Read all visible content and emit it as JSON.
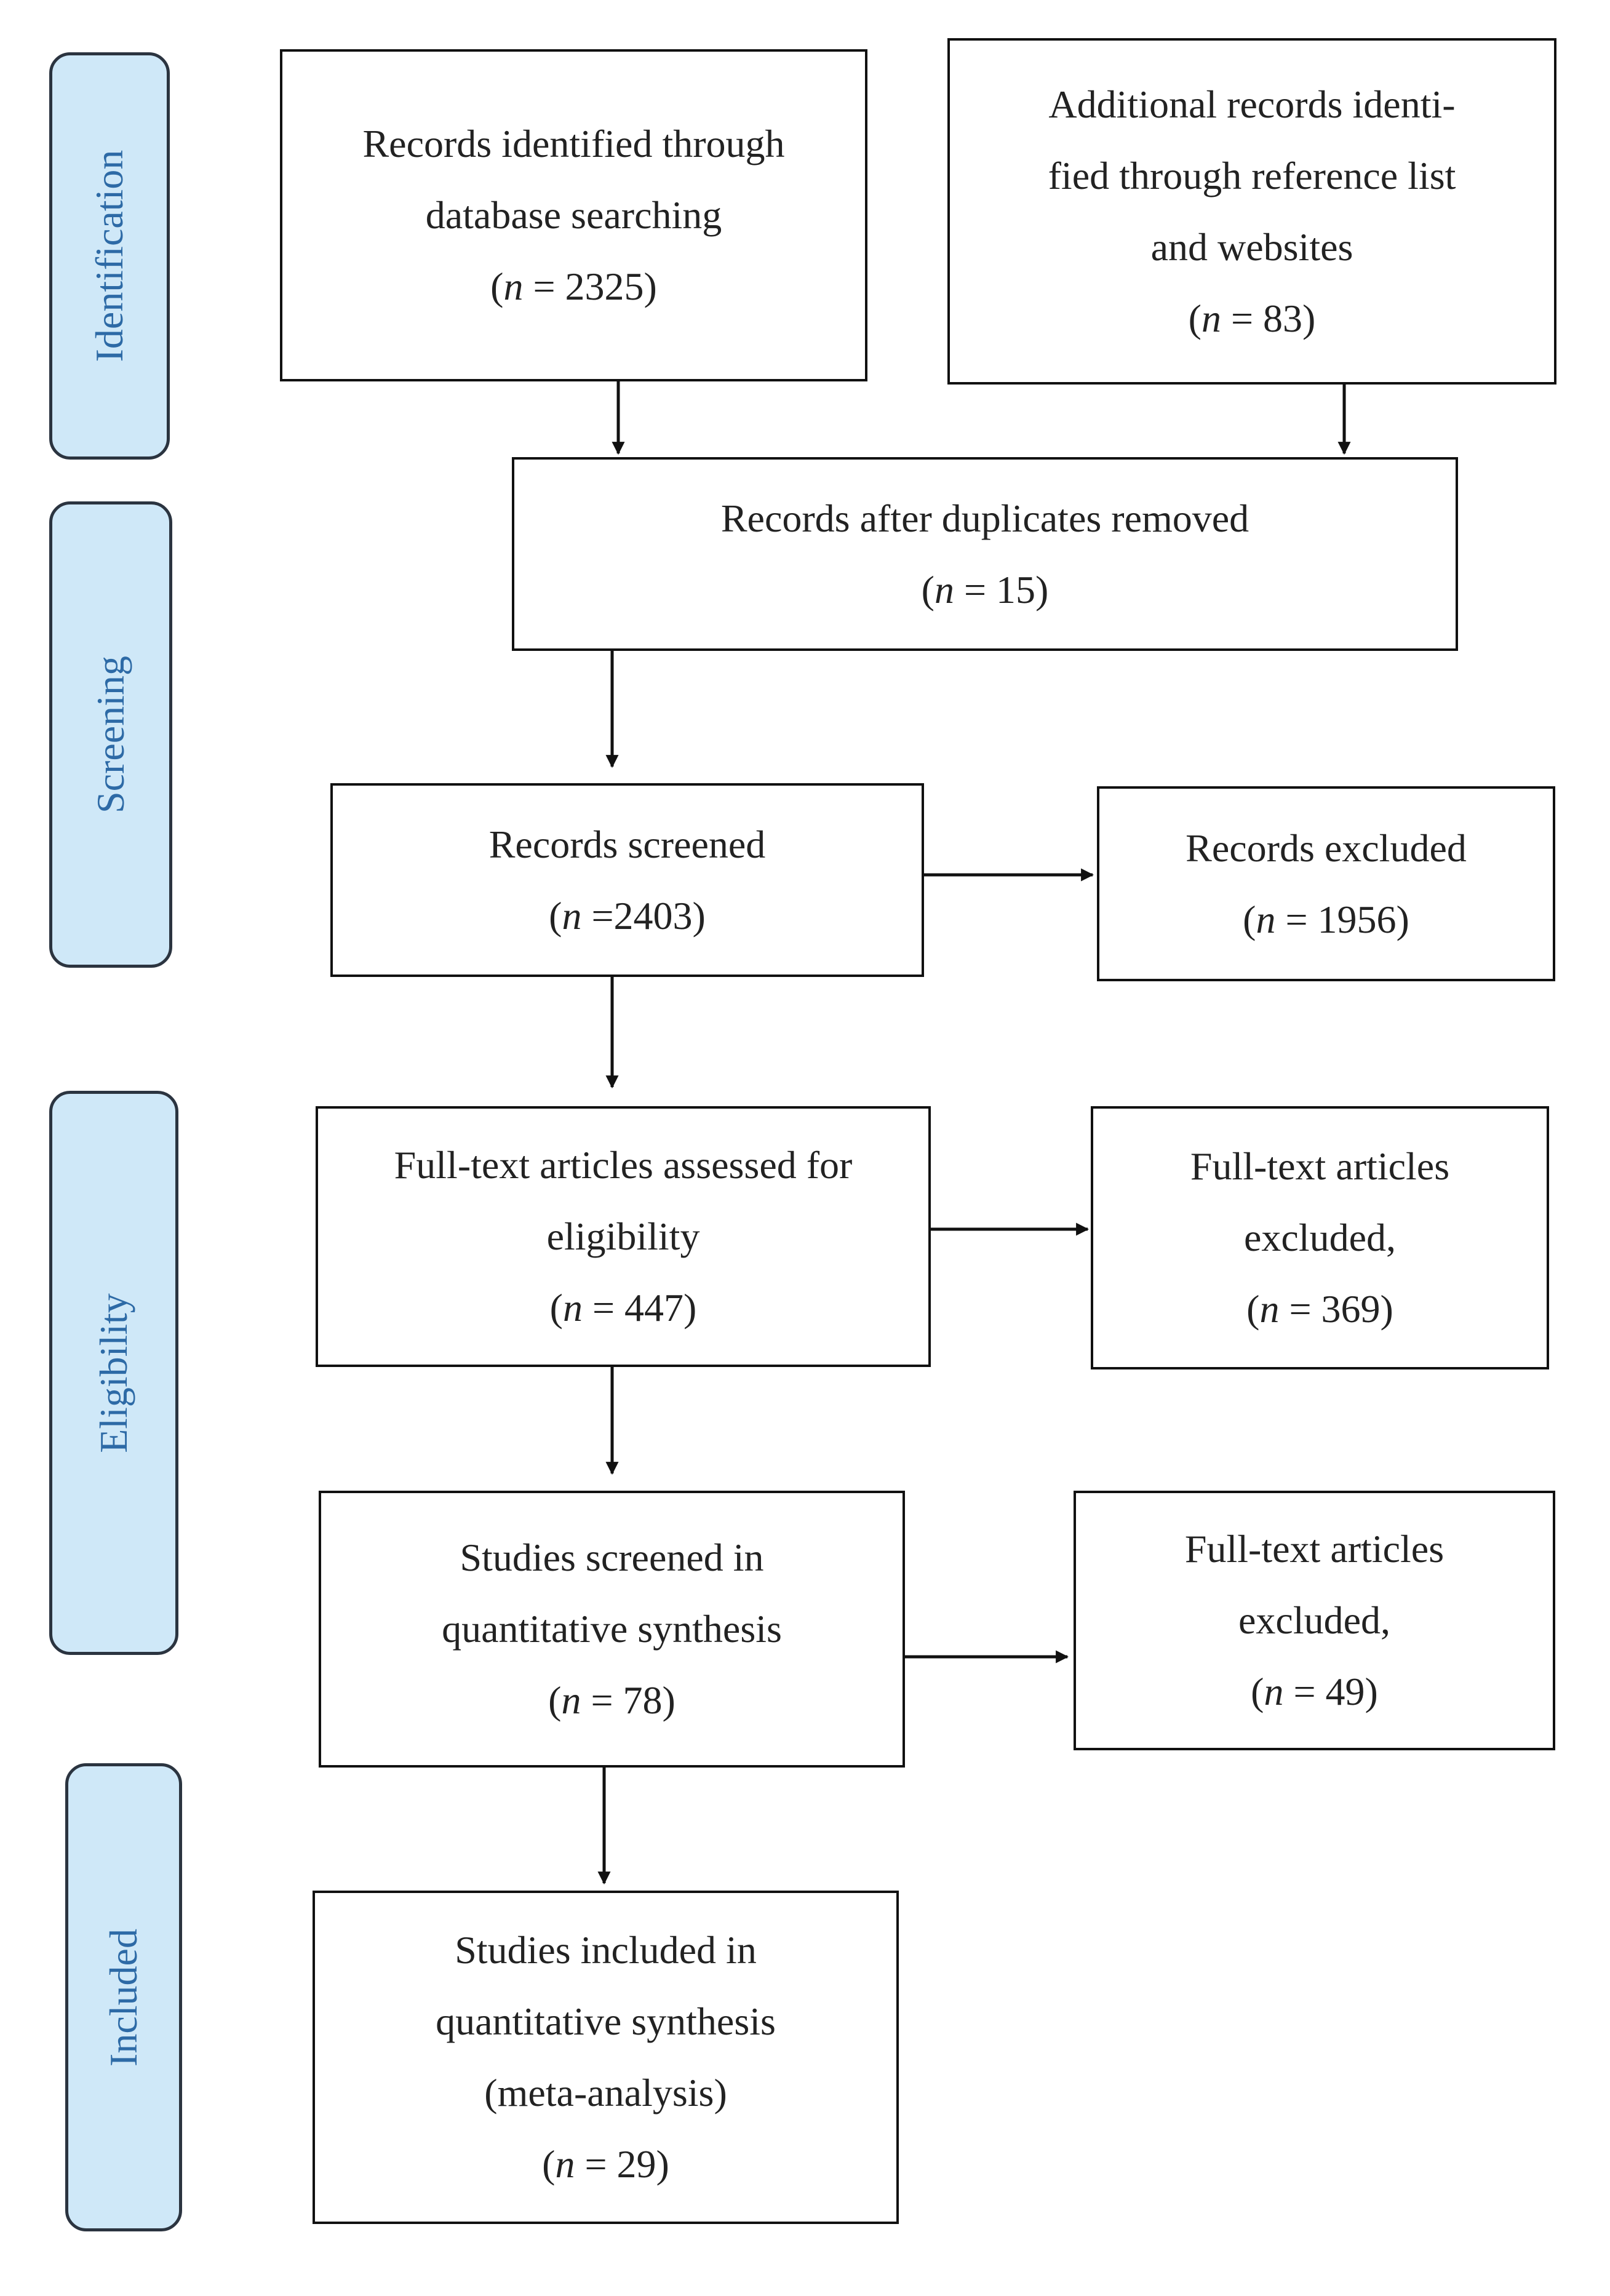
{
  "stages": [
    {
      "id": "identification",
      "label": "Identification"
    },
    {
      "id": "screening",
      "label": "Screening"
    },
    {
      "id": "eligibility",
      "label": "Eligibility"
    },
    {
      "id": "included",
      "label": "Included"
    }
  ],
  "boxes": {
    "database": {
      "lines": [
        "Records identified through",
        "database searching"
      ],
      "n_var": "n",
      "n_text": " = 2325)"
    },
    "additional": {
      "lines": [
        "Additional records identi-",
        "fied through reference list",
        "and websites"
      ],
      "n_var": "n",
      "n_text": " = 83)"
    },
    "duplicates": {
      "lines": [
        "Records after duplicates removed"
      ],
      "n_var": "n",
      "n_text": " = 15)"
    },
    "screened": {
      "lines": [
        "Records screened"
      ],
      "n_var": "n",
      "n_text": " =2403)"
    },
    "excluded": {
      "lines": [
        "Records excluded"
      ],
      "n_var": "n",
      "n_text": " = 1956)"
    },
    "fulltext": {
      "lines": [
        "Full-text articles assessed for",
        "eligibility"
      ],
      "n_var": "n",
      "n_text": " = 447)"
    },
    "fulltext_excluded": {
      "lines": [
        "Full-text articles",
        "excluded,"
      ],
      "n_var": "n",
      "n_text": " = 369)"
    },
    "studies_screened": {
      "lines": [
        "Studies screened in",
        "quantitative synthesis"
      ],
      "n_var": "n",
      "n_text": " = 78)"
    },
    "studies_excluded": {
      "lines": [
        "Full-text articles",
        "excluded,"
      ],
      "n_var": "n",
      "n_text": " = 49)"
    },
    "included": {
      "lines": [
        "Studies included in",
        "quantitative synthesis",
        "(meta-analysis)"
      ],
      "n_var": "n",
      "n_text": " = 29)"
    }
  }
}
